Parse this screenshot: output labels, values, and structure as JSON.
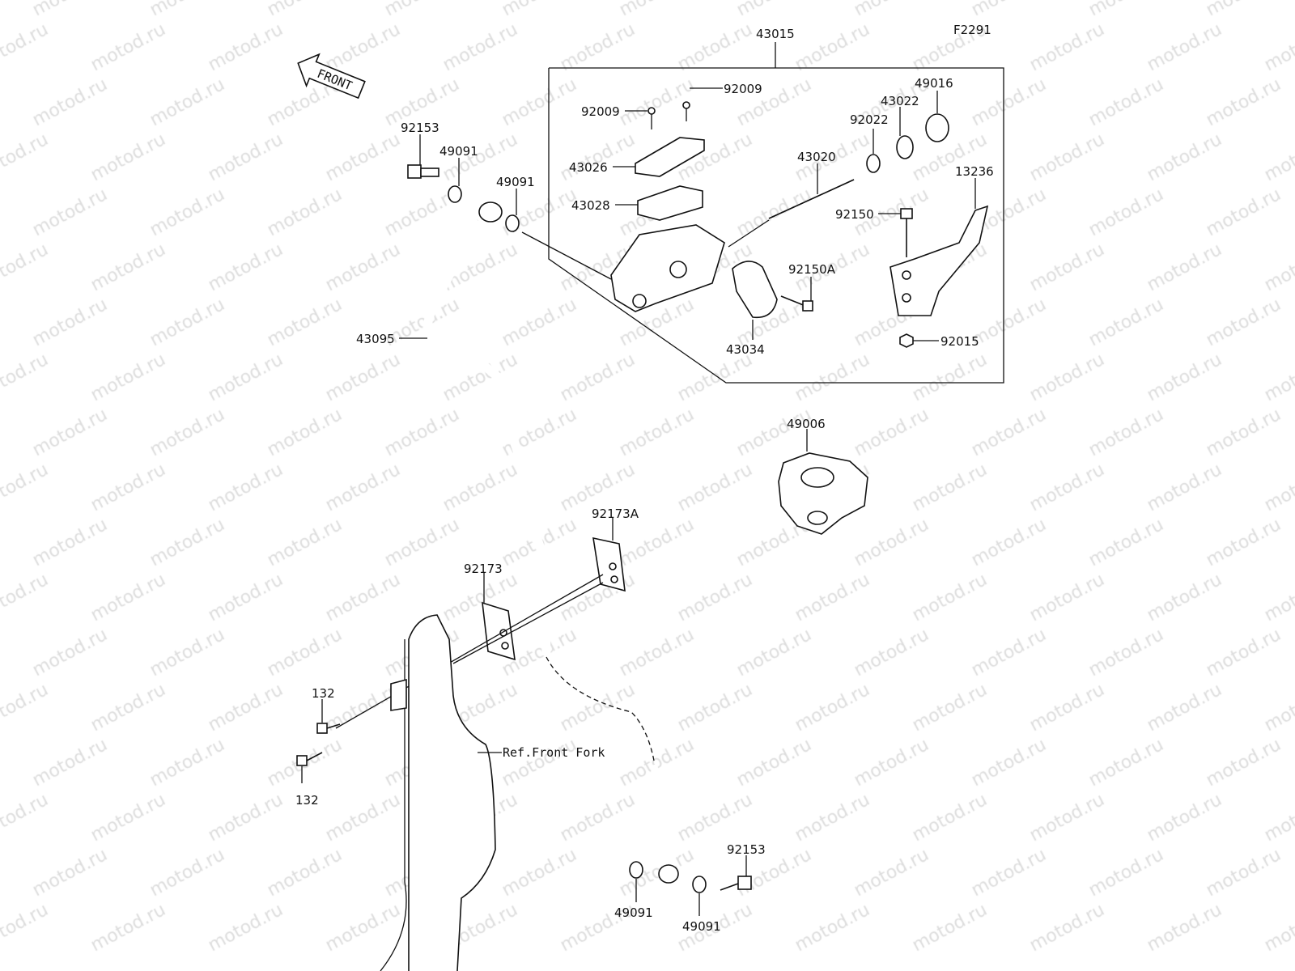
{
  "watermark": "motod.ru",
  "figure_code": "F2291",
  "front_arrow": "FRONT",
  "ref_note": "Ref.Front Fork",
  "labels": {
    "l43015": "43015",
    "l92009a": "92009",
    "l92009b": "92009",
    "l43026": "43026",
    "l43028": "43028",
    "l43020": "43020",
    "l92022": "92022",
    "l43022": "43022",
    "l49016": "49016",
    "l13236": "13236",
    "l92150": "92150",
    "l92150A": "92150A",
    "l43034": "43034",
    "l92015": "92015",
    "l92153a": "92153",
    "l49091a": "49091",
    "l49091b": "49091",
    "l43095": "43095",
    "l49006": "49006",
    "l92173A": "92173A",
    "l92173": "92173",
    "l132a": "132",
    "l132b": "132",
    "l49091c": "49091",
    "l49091d": "49091",
    "l92153b": "92153"
  }
}
